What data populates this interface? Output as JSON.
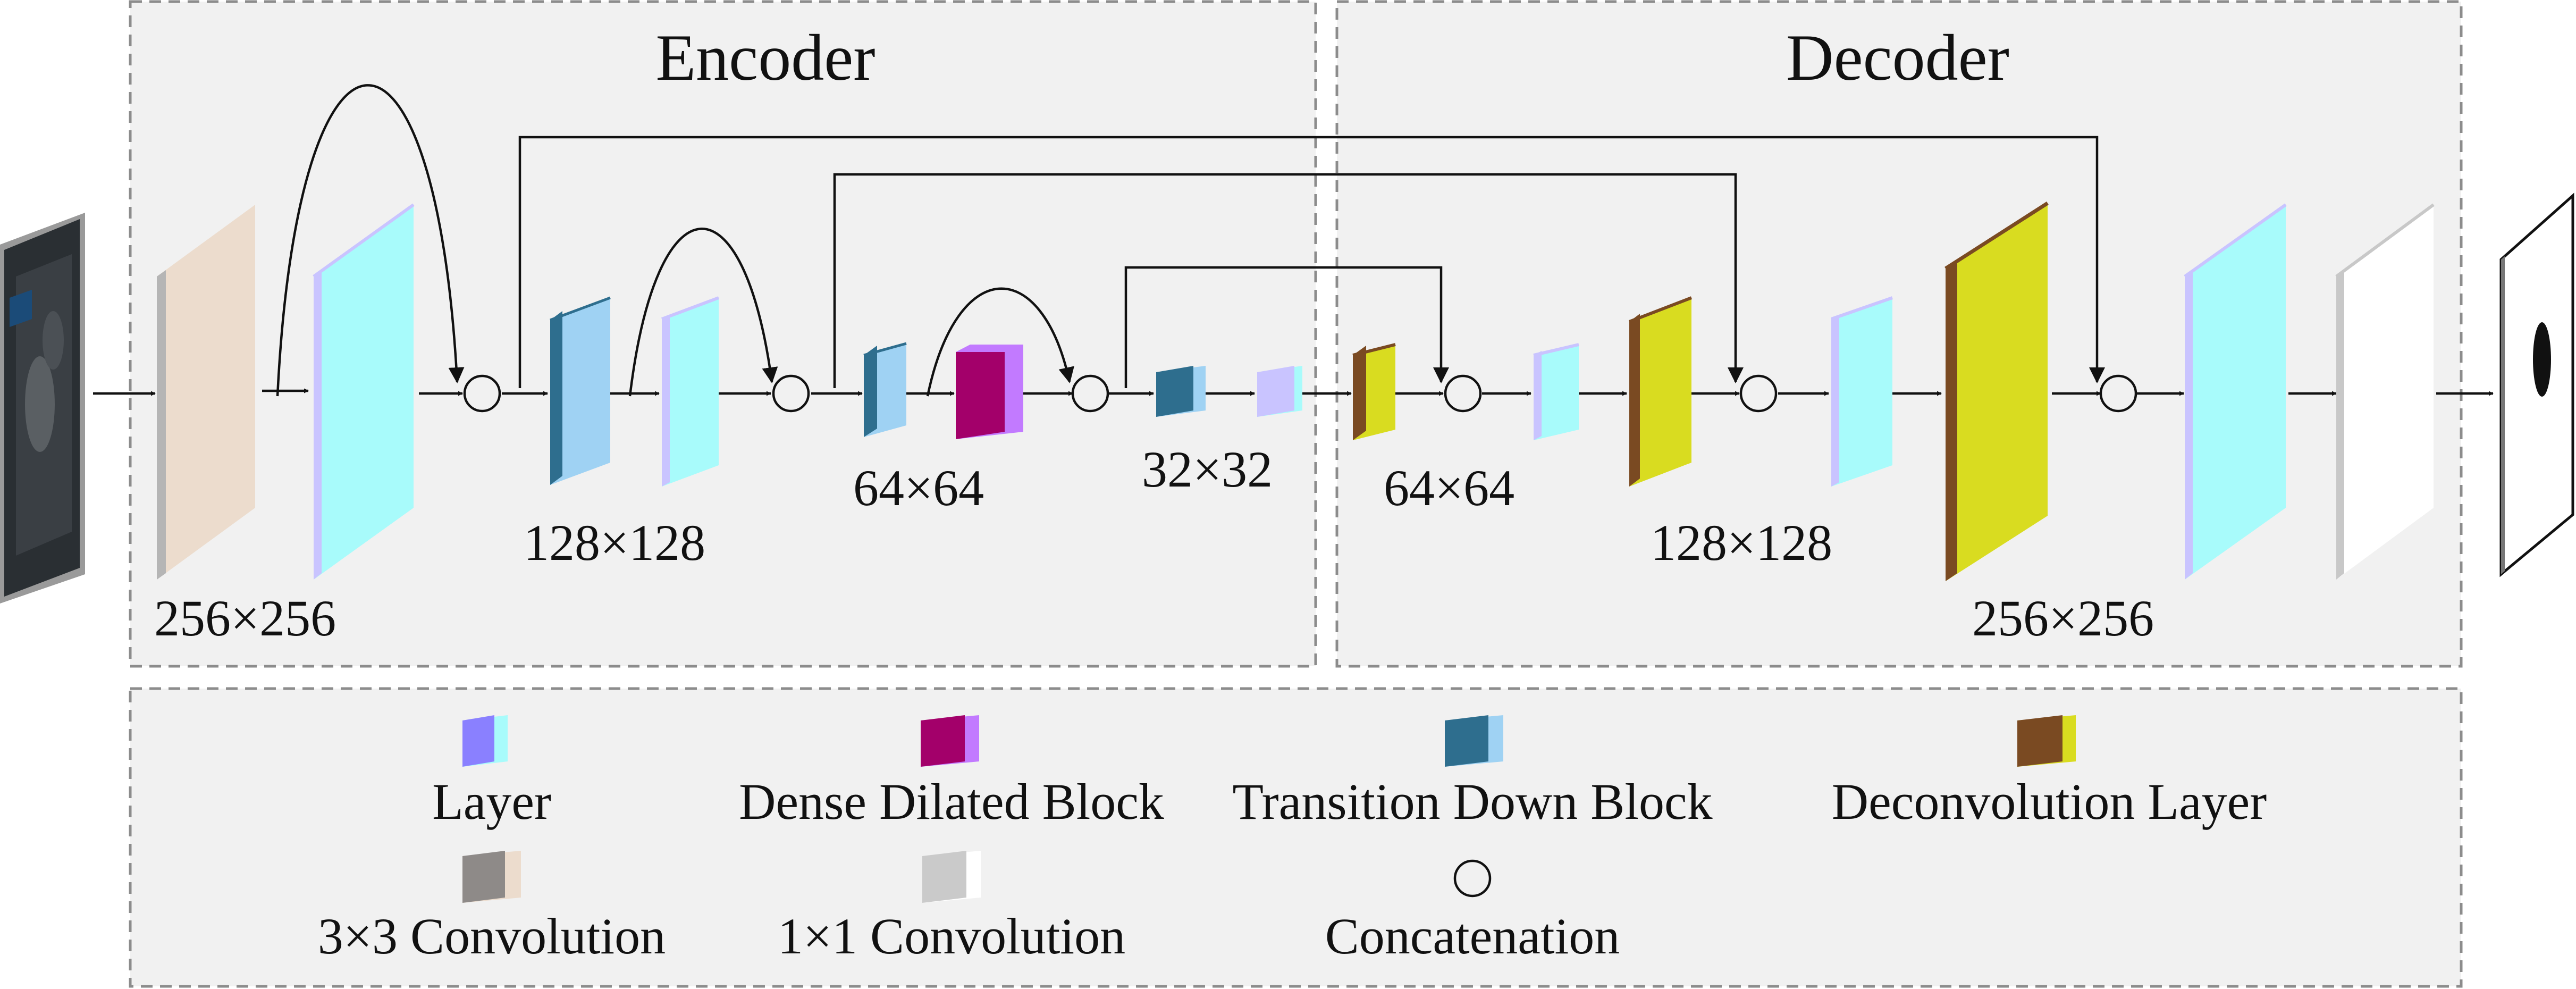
{
  "panels": {
    "encoder_title": "Encoder",
    "decoder_title": "Decoder"
  },
  "dims": {
    "enc_256": "256×256",
    "enc_128": "128×128",
    "enc_64": "64×64",
    "mid_32": "32×32",
    "dec_64": "64×64",
    "dec_128": "128×128",
    "dec_256": "256×256"
  },
  "legend": {
    "layer": "Layer",
    "dense_dilated_block": "Dense Dilated Block",
    "transition_down_block": "Transition Down Block",
    "deconvolution_layer": "Deconvolution Layer",
    "conv3x3": "3×3 Convolution",
    "conv1x1": "1×1 Convolution",
    "concatenation": "Concatenation"
  },
  "colors": {
    "layer_front": "#a8fbfb",
    "layer_side": "#c9c4ff",
    "conv3x3_front": "#ecdccd",
    "conv3x3_side": "#b5b5b5",
    "transition_front": "#9fd2f3",
    "transition_side": "#2e6e8e",
    "dense_front": "#a3006a",
    "dense_side": "#c27aff",
    "deconv_front": "#d9dc20",
    "deconv_side": "#7a4a22",
    "conv1x1_front": "#ffffff",
    "conv1x1_side": "#c8c8c8"
  }
}
